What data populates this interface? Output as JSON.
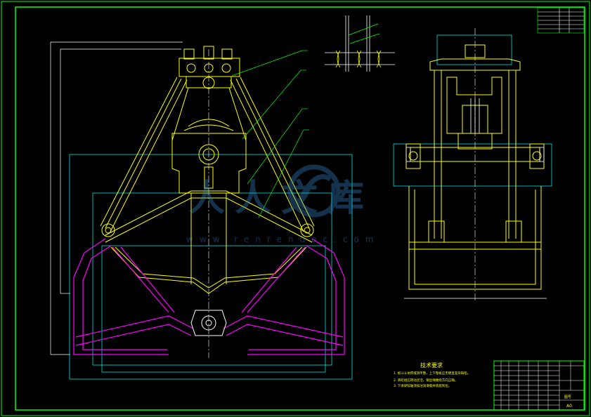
{
  "drawing": {
    "watermark_text": "人人文库",
    "watermark_url": "www.renrendoc.com",
    "tech_req_title": "技术要求",
    "tech_req_lines": [
      "1. 抓斗斗体焊缝须平整，上下颚板应无明显变形缺陷。",
      "2. 滑轮组应转动灵活，钢丝绳缠绕方向正确。",
      "3. 下承梁铰轴须加注润滑脂并装配到位。"
    ],
    "sheet_size": "A0",
    "drawing_no_label": "图号",
    "colors": {
      "frame": "#00ff00",
      "outline": "#ffff00",
      "aux": "#00ffff",
      "bucket": "#ff00ff",
      "leader": "#00ff00",
      "white": "#ffffff"
    }
  }
}
